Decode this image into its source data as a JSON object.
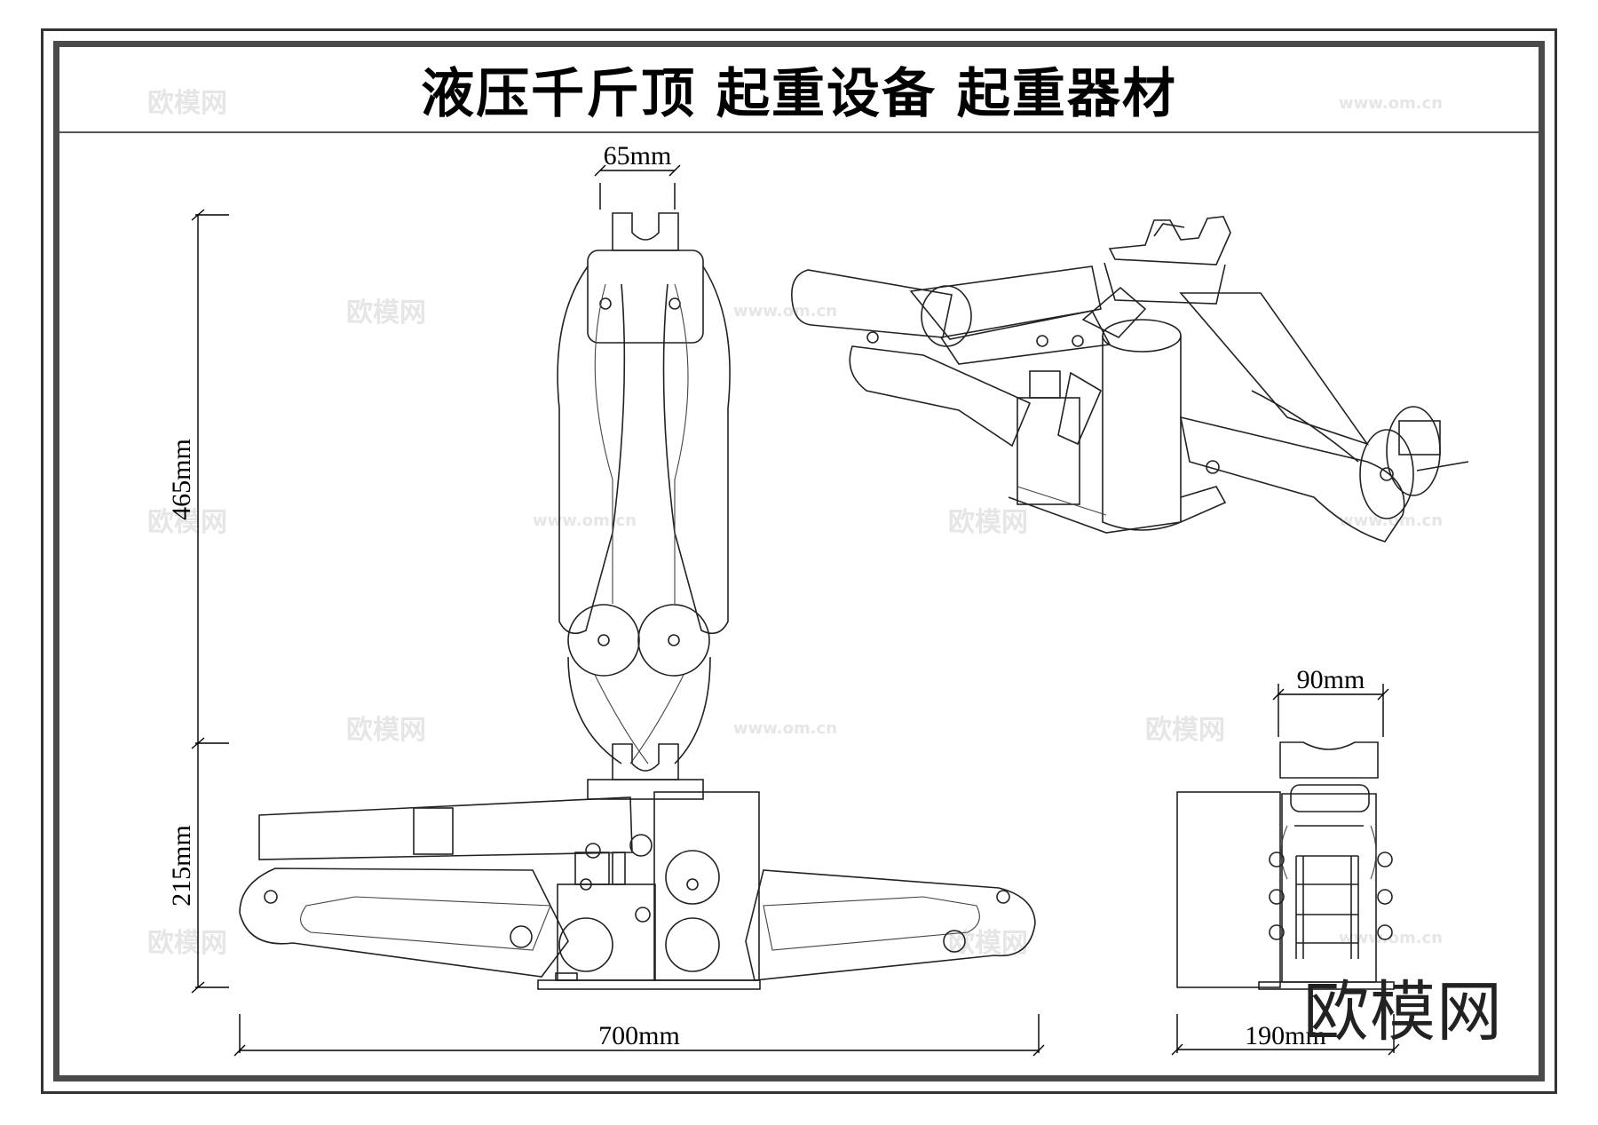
{
  "title": "液压千斤顶  起重设备  起重器材",
  "dimensions": {
    "top_width": "65mm",
    "raised_height": "465mm",
    "lowered_height": "215mm",
    "length": "700mm",
    "saddle_width": "90mm",
    "base_width": "190mm"
  },
  "watermark": {
    "brand": "欧模网",
    "url": "www.om.cn"
  },
  "brand_logo": "欧模网"
}
